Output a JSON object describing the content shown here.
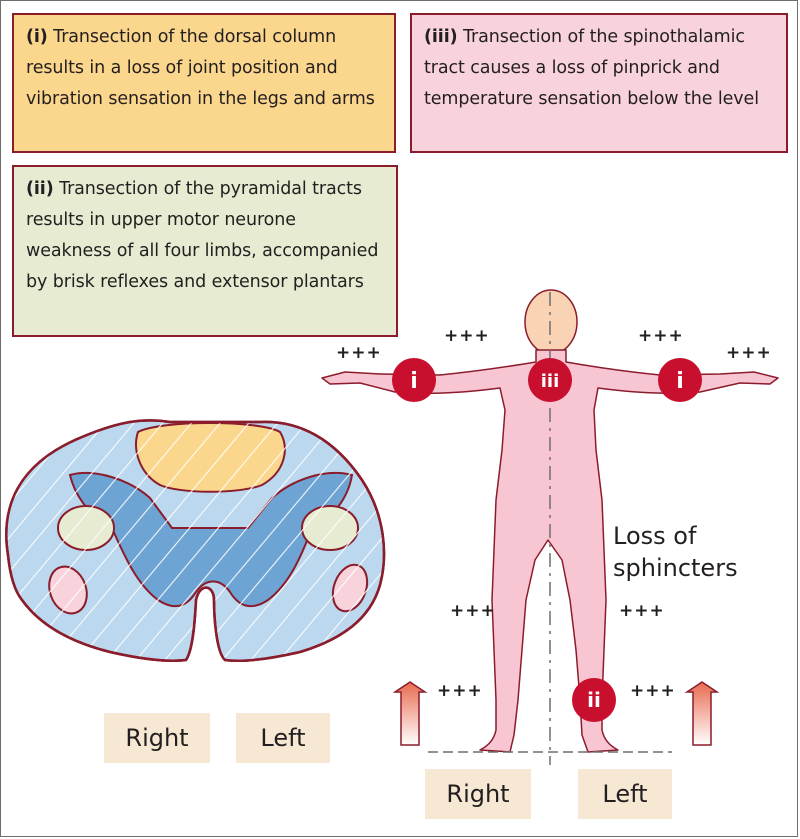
{
  "boxes": {
    "i": {
      "marker": "(i)",
      "text": "Transection of the dorsal  column results in a loss of joint  position and vibration sensation in the legs and arms"
    },
    "iii": {
      "marker": "(iii)",
      "text": "Transection of the spinothalamic tract causes a loss of pinprick and temperature sensation below the level"
    },
    "ii": {
      "marker": "(ii)",
      "text": "Transection of the pyramidal tracts results in upper motor neurone weakness of all four limbs, accompanied by brisk reflexes and extensor plantars"
    }
  },
  "cord_labels": {
    "right": "Right",
    "left": "Left"
  },
  "body_labels": {
    "right": "Right",
    "left": "Left"
  },
  "sphincters": {
    "line1": "Loss of",
    "line2": "sphincters"
  },
  "reflexes": {
    "arm_right_outer": "+++",
    "arm_right_inner": "+++",
    "arm_left_inner": "+++",
    "arm_left_outer": "+++",
    "knee_right": "+++",
    "knee_left": "+++",
    "ankle_right": "+++",
    "ankle_left": "+++"
  },
  "badges": {
    "arm_right": "i",
    "chest": "iii",
    "arm_left": "i",
    "leg_left": "ii"
  },
  "colors": {
    "dorsal_column": "#fbd68d",
    "spinothalamic": "#f9d3dc",
    "pyramidal": "#e6ebd1",
    "border": "#8a1c2c",
    "badge": "#c8102e",
    "body": "#f7c6d2",
    "head": "#f9d3b4",
    "cord_light_blue": "#bcd8ee",
    "cord_dark_blue": "#6ea4d3",
    "label_bg": "#f6e8d3"
  }
}
